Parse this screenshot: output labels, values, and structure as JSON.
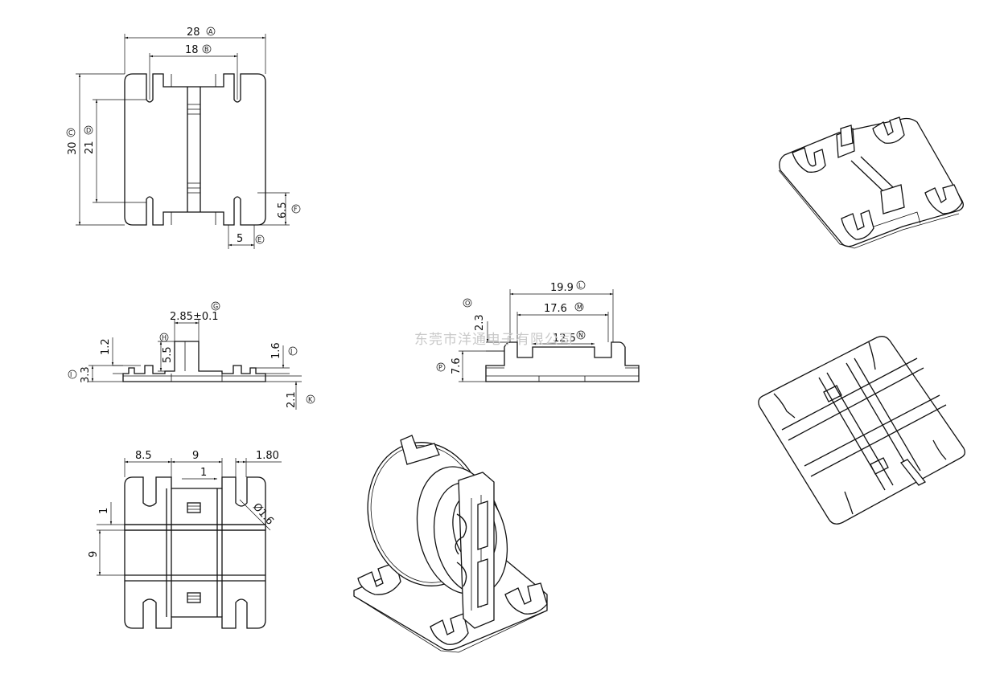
{
  "watermark": "东莞市洋通电子有限公司",
  "views": {
    "top_view": {
      "dims": [
        {
          "value": "28",
          "ref": "A"
        },
        {
          "value": "18",
          "ref": "B"
        },
        {
          "value": "30",
          "ref": "C"
        },
        {
          "value": "21",
          "ref": "D"
        },
        {
          "value": "5",
          "ref": "E"
        },
        {
          "value": "6.5",
          "ref": "F"
        }
      ]
    },
    "side_view": {
      "dims": [
        {
          "value": "2.85±0.1",
          "ref": "G"
        },
        {
          "value": "5.5",
          "ref": "H"
        },
        {
          "value": "1.2",
          "ref": ""
        },
        {
          "value": "3.3",
          "ref": "I"
        },
        {
          "value": "1.6",
          "ref": "J"
        },
        {
          "value": "2.1",
          "ref": "K"
        }
      ]
    },
    "front_view": {
      "dims": [
        {
          "value": "19.9",
          "ref": "L"
        },
        {
          "value": "17.6",
          "ref": "M"
        },
        {
          "value": "12.5",
          "ref": "N"
        },
        {
          "value": "2.3",
          "ref": "O"
        },
        {
          "value": "7.6",
          "ref": "P"
        }
      ]
    },
    "bottom_view": {
      "dims": [
        {
          "value": "8.5"
        },
        {
          "value": "9"
        },
        {
          "value": "1"
        },
        {
          "value": "1.80"
        },
        {
          "value": "1"
        },
        {
          "value": "9"
        },
        {
          "value": "Ø1.6"
        }
      ]
    }
  }
}
